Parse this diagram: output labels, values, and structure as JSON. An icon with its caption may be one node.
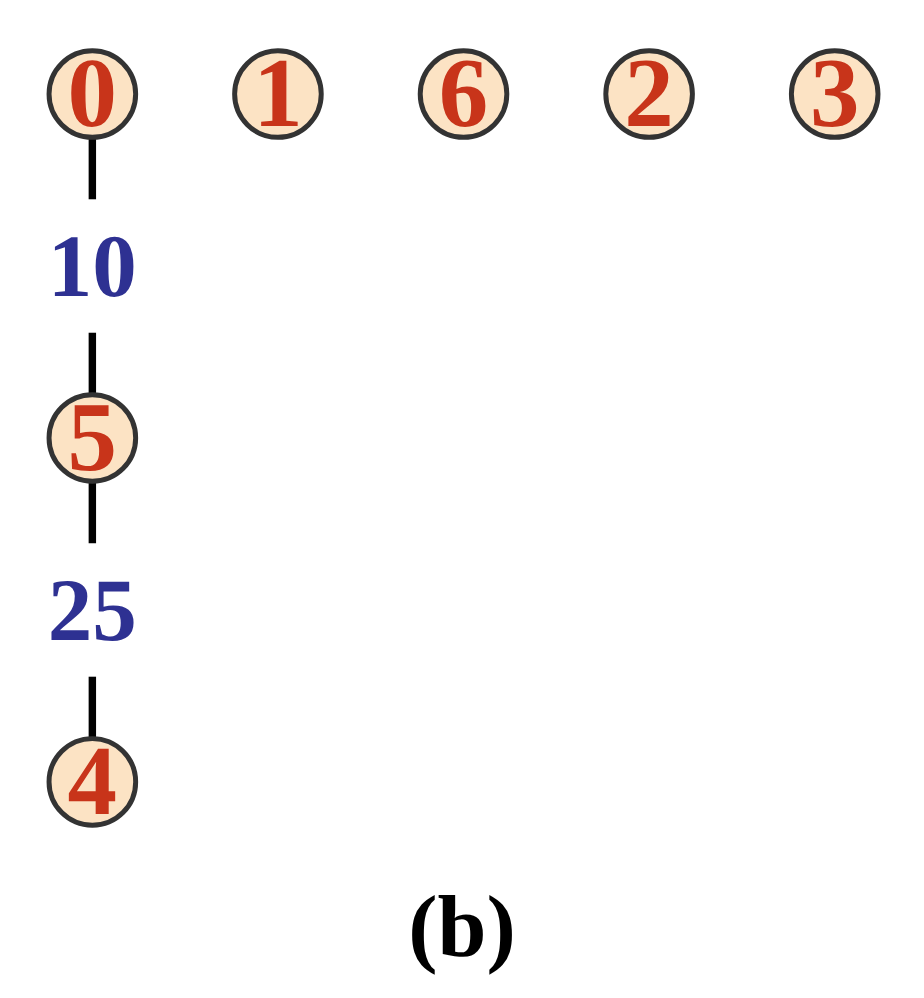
{
  "diagram": {
    "caption": "(b)",
    "nodes": [
      {
        "text": [
          "0"
        ]
      },
      {
        "text": [
          "1"
        ]
      },
      {
        "text": [
          "5"
        ]
      },
      {
        "text": [
          "6"
        ]
      },
      {
        "text": [
          "2"
        ]
      },
      {
        "text": [
          "4"
        ]
      },
      {
        "text": [
          "3"
        ]
      }
    ],
    "edges": [
      {
        "from": 0,
        "to": 2,
        "arrow": "none",
        "label": "10"
      },
      {
        "from": 2,
        "to": 5,
        "arrow": "none",
        "label": "25"
      }
    ]
  }
}
